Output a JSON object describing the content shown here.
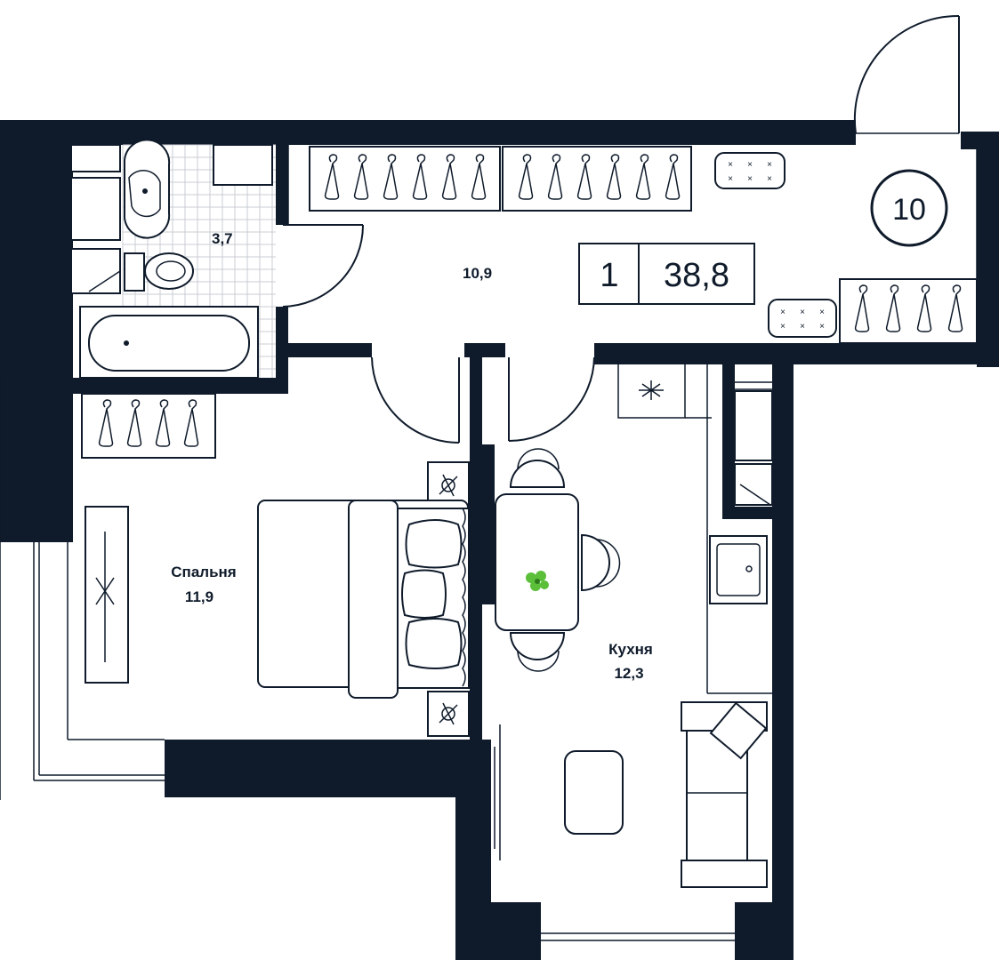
{
  "apartment": {
    "rooms": "1",
    "total_area": "38,8",
    "floor_badge": "10"
  },
  "rooms": [
    {
      "key": "bathroom",
      "name": "",
      "area": "3,7"
    },
    {
      "key": "hallway",
      "name": "",
      "area": "10,9"
    },
    {
      "key": "bedroom",
      "name": "Спальня",
      "area": "11,9"
    },
    {
      "key": "kitchen",
      "name": "Кухня",
      "area": "12,3"
    }
  ],
  "colors": {
    "wall": "#0f1b2b",
    "accent": "#5bbf3a",
    "background": "#ffffff"
  },
  "icons": [
    "hanger-icon",
    "plant-icon",
    "lamp-icon",
    "stove-icon",
    "sink-icon",
    "toilet-icon",
    "bathtub-icon",
    "pillow-icon"
  ]
}
